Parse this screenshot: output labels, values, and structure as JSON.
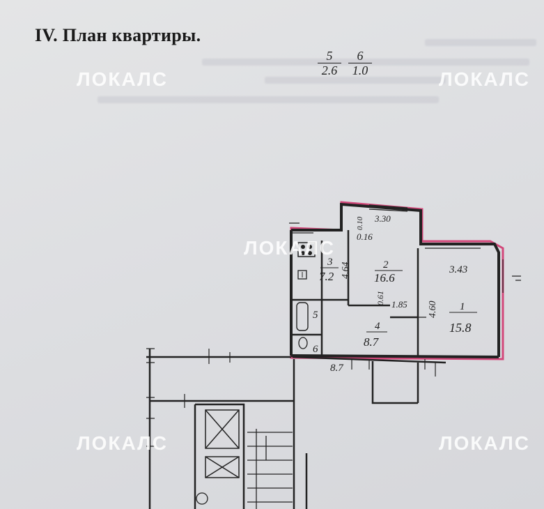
{
  "document": {
    "heading": "IV. План квартиры.",
    "fractions": [
      {
        "top": "5",
        "bottom": "2.6"
      },
      {
        "top": "6",
        "bottom": "1.0"
      }
    ]
  },
  "watermark": {
    "text": "ЛОКАЛС"
  },
  "plan_labels": {
    "dim_330": "3.30",
    "dim_343": "3.43",
    "dim_464": "4.64",
    "dim_460": "4.60",
    "dim_016": "0.16",
    "dim_010": "0.10",
    "dim_061": "0.61",
    "dim_185": "1.85",
    "room1_no": "1",
    "room1_area": "15.8",
    "room2_no": "2",
    "room2_area": "16.6",
    "room3_no": "3",
    "room3_area": "7.2",
    "room4_no": "4",
    "room4_area": "8.7",
    "room5_no": "5",
    "room6_no": "6",
    "corridor_dim": "8.7"
  }
}
